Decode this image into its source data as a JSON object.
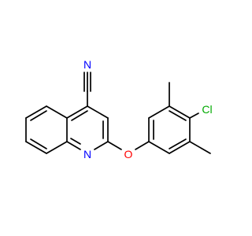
{
  "molecule": {
    "atoms": {
      "nitrile_n": {
        "symbol": "N",
        "color": "#0000ff"
      },
      "quinoline_n": {
        "symbol": "N",
        "color": "#0000ff"
      },
      "ether_o": {
        "symbol": "O",
        "color": "#ff0000"
      },
      "chlorine": {
        "symbol": "Cl",
        "color": "#00aa00"
      }
    }
  }
}
